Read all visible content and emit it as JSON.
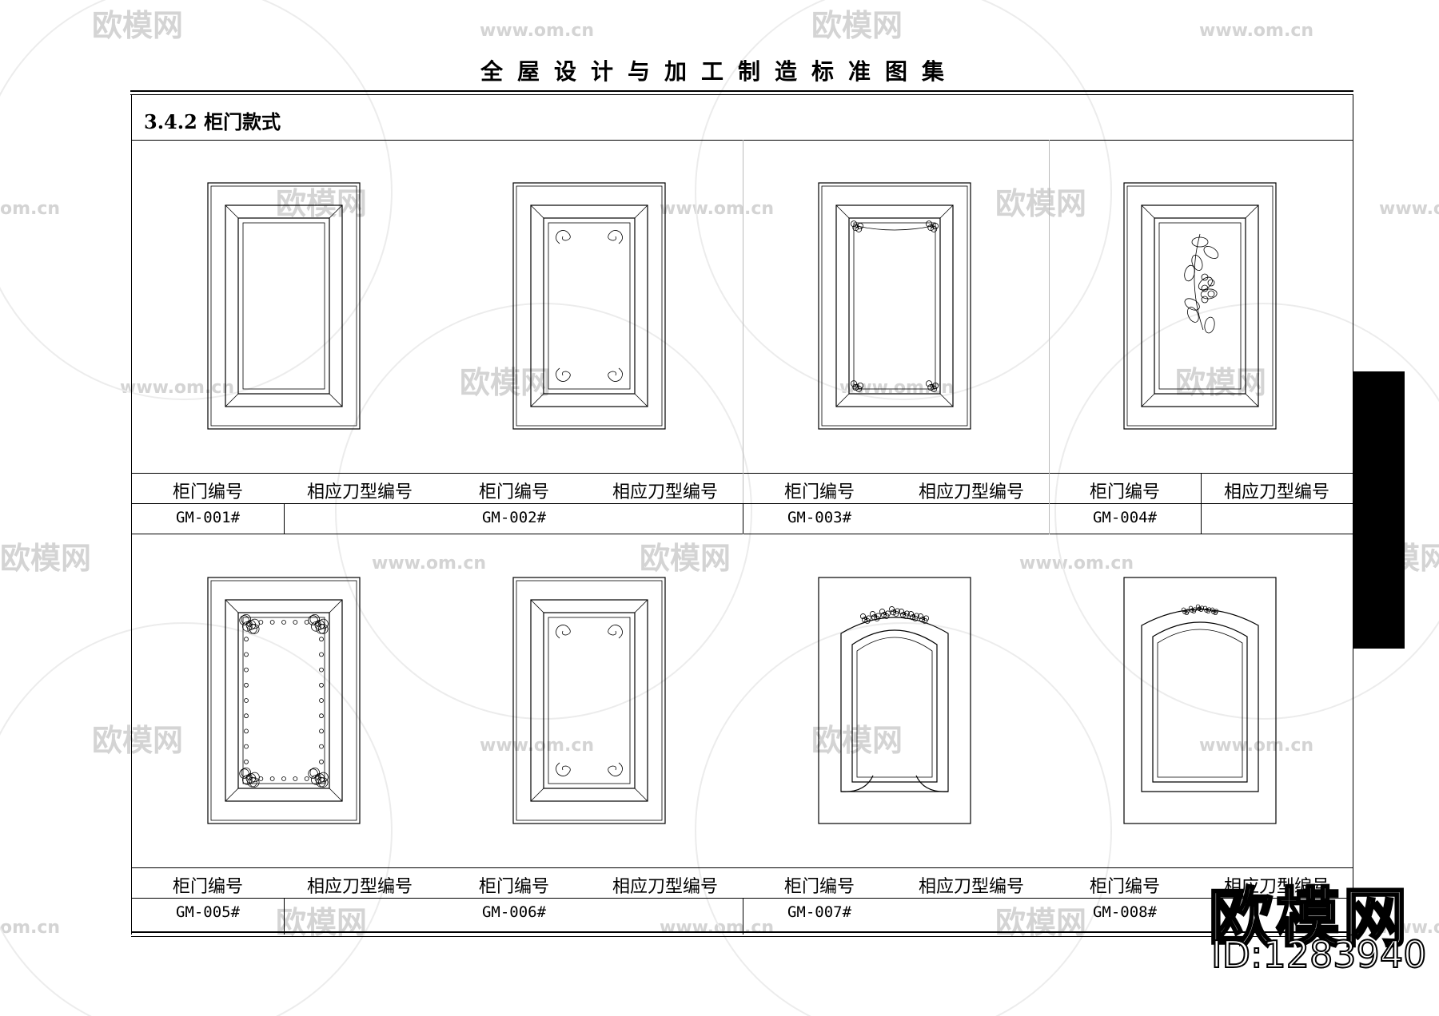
{
  "watermark": {
    "brand": "欧模网",
    "url": "www.om.cn",
    "url_short": "om.cn"
  },
  "header": {
    "title": "全屋设计与加工制造标准图集"
  },
  "section": {
    "title": "3.4.2 柜门款式"
  },
  "table": {
    "col_code": "柜门编号",
    "col_tool": "相应刀型编号",
    "rows": [
      {
        "doors": [
          {
            "code": "GM-001#",
            "style": "plain-raised-panel"
          },
          {
            "code": "GM-002#",
            "style": "panel-corner-carvings"
          },
          {
            "code": "GM-003#",
            "style": "panel-filigree-corners"
          },
          {
            "code": "GM-004#",
            "style": "panel-floral-carving"
          }
        ]
      },
      {
        "doors": [
          {
            "code": "GM-005#",
            "style": "panel-rosette-border"
          },
          {
            "code": "GM-006#",
            "style": "panel-scroll-corners"
          },
          {
            "code": "GM-007#",
            "style": "arched-crown-carving"
          },
          {
            "code": "GM-008#",
            "style": "arched-top-panel"
          }
        ]
      }
    ]
  },
  "corner_brand": {
    "logo": "欧模网",
    "id_text": "ID:1283940"
  }
}
